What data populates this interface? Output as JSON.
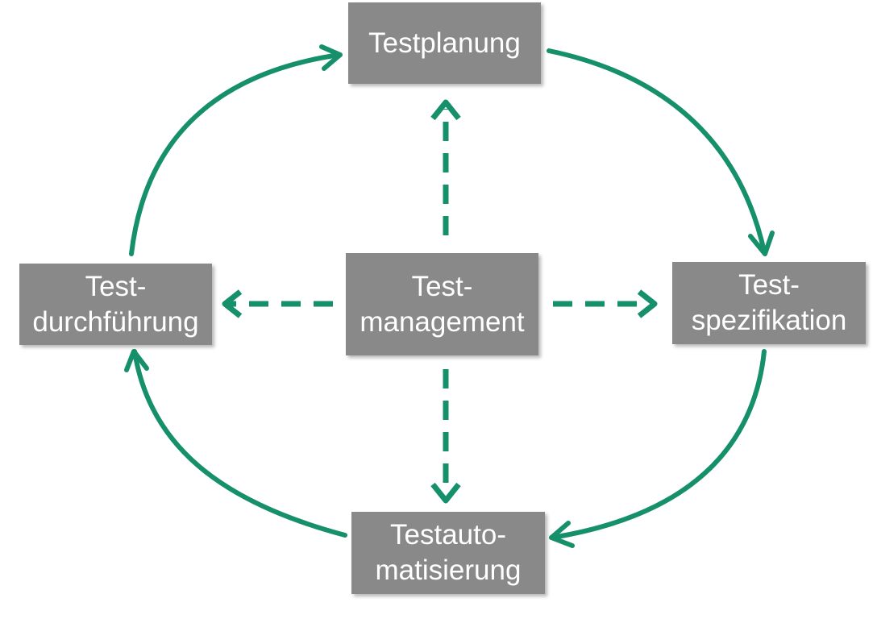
{
  "colors": {
    "arrow": "#16906a",
    "box_fill": "#898989",
    "box_text": "#ffffff"
  },
  "nodes": {
    "testplanung": {
      "line1": "Testplanung"
    },
    "management": {
      "line1": "Test-",
      "line2": "management"
    },
    "durchfuehrung": {
      "line1": "Test-",
      "line2": "durchführung"
    },
    "spezifikation": {
      "line1": "Test-",
      "line2": "spezifikation"
    },
    "automatisierung": {
      "line1": "Testauto-",
      "line2": "matisierung"
    }
  },
  "edges": {
    "cycle": [
      {
        "from": "testplanung",
        "to": "spezifikation"
      },
      {
        "from": "spezifikation",
        "to": "automatisierung"
      },
      {
        "from": "automatisierung",
        "to": "durchfuehrung"
      },
      {
        "from": "durchfuehrung",
        "to": "testplanung"
      }
    ],
    "dashed": [
      {
        "from": "management",
        "to": "testplanung"
      },
      {
        "from": "management",
        "to": "spezifikation"
      },
      {
        "from": "management",
        "to": "automatisierung"
      },
      {
        "from": "management",
        "to": "durchfuehrung"
      }
    ]
  }
}
